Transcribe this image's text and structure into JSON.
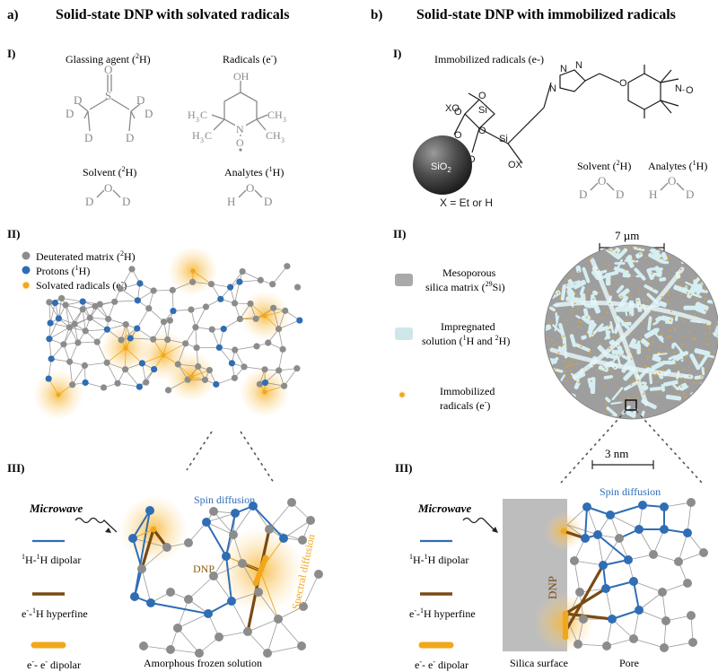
{
  "panel_a": {
    "letter": "a)",
    "title": "Solid-state DNP with solvated radicals",
    "sec1": "I)",
    "glassing_label": "Glassing agent (",
    "glassing_iso": "2",
    "glassing_el": "H)",
    "radicals_label": "Radicals (e",
    "radicals_sup": "-",
    "radicals_end": ")",
    "solvent_label": "Solvent (",
    "solvent_iso": "2",
    "solvent_el": "H)",
    "analytes_label": "Analytes (",
    "analytes_iso": "1",
    "analytes_el": "H)",
    "sec2": "II)",
    "legend": {
      "deut_pre": "Deuterated matrix (",
      "deut_iso": "2",
      "deut_el": "H)",
      "prot_pre": "Protons (",
      "prot_iso": "1",
      "prot_el": "H)",
      "rad_pre": "Solvated radicals (e",
      "rad_sup": "-",
      "rad_end": ")"
    },
    "sec3": "III)",
    "microwave": "Microwave",
    "spin_diffusion": "Spin diffusion",
    "dnp": "DNP",
    "spectral_diffusion": "Spectral diffusion",
    "bottom_label": "Amorphous frozen solution",
    "key1_a": "H-",
    "key1_iso1": "1",
    "key1_iso2": "1",
    "key1_b": "H dipolar",
    "key2_a": "e",
    "key2_sup": "-",
    "key2_b": "-",
    "key2_iso": "1",
    "key2_c": "H hyperfine",
    "key3_a": "e",
    "key3_sup1": "-",
    "key3_b": "- e",
    "key3_sup2": "-",
    "key3_c": " dipolar"
  },
  "panel_b": {
    "letter": "b)",
    "title": "Solid-state DNP with immobilized radicals",
    "sec1": "I)",
    "immob_label": "Immobilized radicals (e-)",
    "solvent_label": "Solvent (",
    "solvent_iso": "2",
    "solvent_el": "H)",
    "analytes_label": "Analytes (",
    "analytes_iso": "1",
    "analytes_el": "H)",
    "x_label": "X = Et or H",
    "sio2": "SiO",
    "sio2_sub": "2",
    "xo": "XO",
    "ox": "OX",
    "sec2": "II)",
    "scale_top": "7 µm",
    "legend_meso_1": "Mesoporous",
    "legend_meso_2a": "silica matrix (",
    "legend_meso_iso": "29",
    "legend_meso_2b": "Si)",
    "legend_imp_1": "Impregnated",
    "legend_imp_2a": "solution (",
    "legend_imp_iso1": "1",
    "legend_imp_2b": "H and ",
    "legend_imp_iso2": "2",
    "legend_imp_2c": "H)",
    "legend_rad_1": "Immobilized",
    "legend_rad_2a": "radicals (e",
    "legend_rad_sup": "-",
    "legend_rad_2b": ")",
    "sec3": "III)",
    "scale_bottom": "3 nm",
    "microwave": "Microwave",
    "spin_diffusion": "Spin diffusion",
    "dnp": "DNP",
    "silica_surface": "Silica surface",
    "pore": "Pore"
  },
  "colors": {
    "deuterated": "#8c8c8c",
    "proton": "#2f6db5",
    "radical": "#f2a71b",
    "dipolar_1h": "#2f6db5",
    "hyperfine": "#7a4a12",
    "radical_glow": "#f8c35a"
  }
}
